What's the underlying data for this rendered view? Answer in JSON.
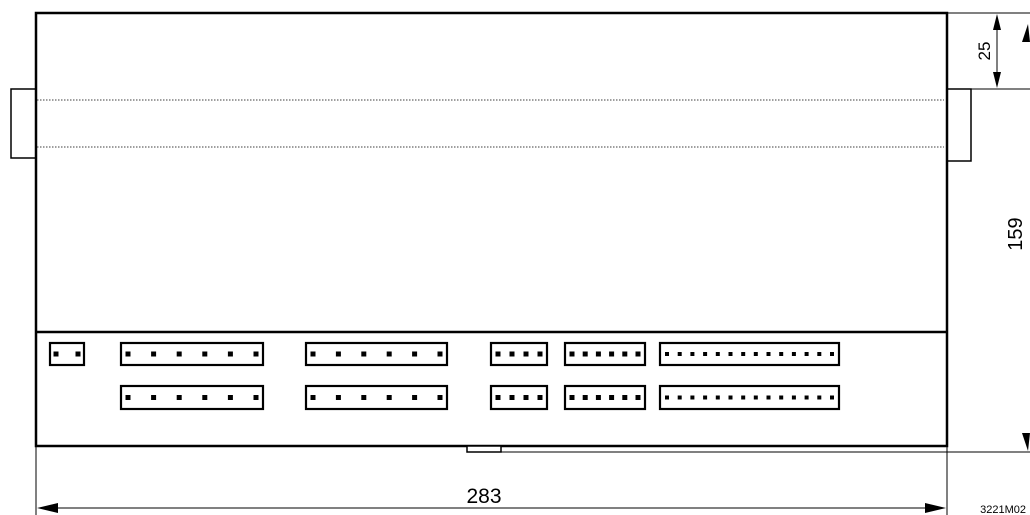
{
  "dimensions": {
    "width_label": "283",
    "height_label": "159",
    "rail_offset_label": "25"
  },
  "drawing_code": "3221M02",
  "connectors": {
    "top_row": [
      {
        "id": "c1",
        "pins": 2
      },
      {
        "id": "c2",
        "pins": 6
      },
      {
        "id": "c3",
        "pins": 6
      },
      {
        "id": "c4",
        "pins": 4
      },
      {
        "id": "c5",
        "pins": 6
      },
      {
        "id": "c6",
        "pins": 14
      }
    ],
    "bottom_row": [
      {
        "id": "c7",
        "pins": 6
      },
      {
        "id": "c8",
        "pins": 6
      },
      {
        "id": "c9",
        "pins": 4
      },
      {
        "id": "c10",
        "pins": 6
      },
      {
        "id": "c11",
        "pins": 14
      }
    ]
  }
}
